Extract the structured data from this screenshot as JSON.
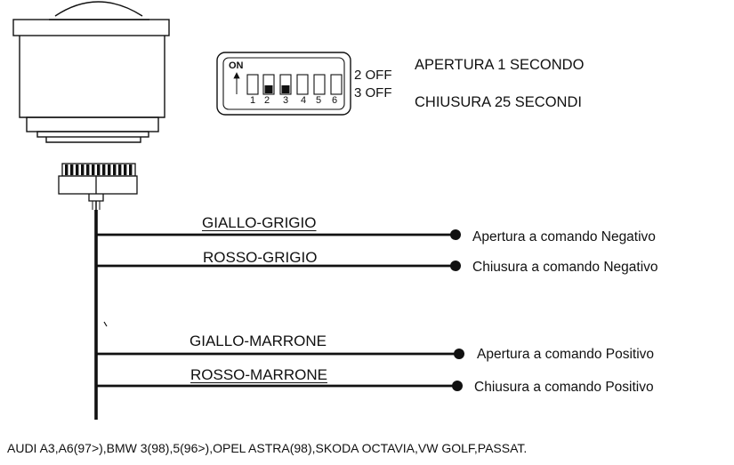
{
  "dip_switch": {
    "on_label": "ON",
    "positions": [
      "1",
      "2",
      "3",
      "4",
      "5",
      "6"
    ],
    "off_lines": [
      "2 OFF",
      "3 OFF"
    ],
    "switched_positions": [
      2,
      3
    ],
    "descriptions": [
      "APERTURA 1 SECONDO",
      "CHIUSURA 25 SECONDI"
    ]
  },
  "wires": [
    {
      "color_name": "GIALLO-GRIGIO",
      "function": "Apertura a comando Negativo"
    },
    {
      "color_name": "ROSSO-GRIGIO",
      "function": "Chiusura a comando Negativo"
    },
    {
      "color_name": "GIALLO-MARRONE",
      "function": "Apertura a comando Positivo"
    },
    {
      "color_name": "ROSSO-MARRONE",
      "function": "Chiusura a comando Positivo"
    }
  ],
  "footer_text": "AUDI A3,A6(97>),BMW 3(98),5(96>),OPEL ASTRA(98),SKODA OCTAVIA,VW GOLF,PASSAT.",
  "line_color": "#111111"
}
